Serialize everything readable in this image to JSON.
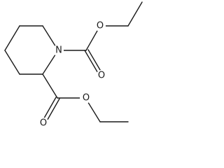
{
  "molecule": {
    "atoms": {
      "nitrogen": "N",
      "carbamate_carbonyl_oxygen": "O",
      "carbamate_ester_oxygen": "O",
      "ester_carbonyl_oxygen": "O",
      "ester_oxygen": "O"
    }
  }
}
